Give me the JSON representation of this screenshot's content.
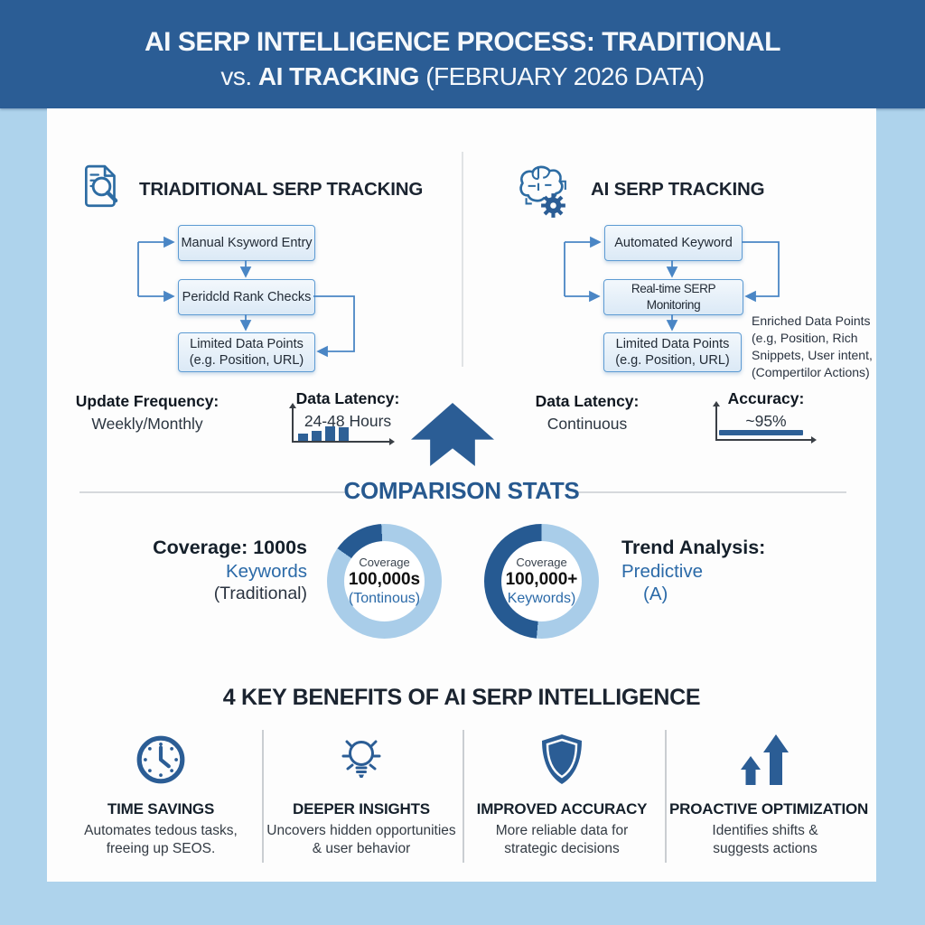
{
  "header": {
    "title_line1": "AI SERP INTELLIGENCE PROCESS: TRADITIONAL",
    "title_line2_prefix": "vs. ",
    "title_line2_bold": "AI TRACKING",
    "title_line2_suffix": " (FEBRUARY 2026 DATA)"
  },
  "flows": {
    "traditional": {
      "icon": "document-search-icon",
      "heading": "TRIADITIONAL SERP TRACKING",
      "boxes": [
        [
          "Manual Ksyword Entry"
        ],
        [
          "Peridcld Rank Checks"
        ],
        [
          "Limited Data Points",
          "(e.g. Position, URL)"
        ]
      ]
    },
    "ai": {
      "icon": "brain-gear-icon",
      "heading": "AI SERP TRACKING",
      "boxes": [
        [
          "Automated Keyword"
        ],
        [
          "Real-time SERP Monitoring"
        ],
        [
          "Limited Data Points",
          "(e.g. Position, URL)"
        ]
      ],
      "note_lines": [
        "Enriched Data Points",
        "(e.g, Position, Rich",
        "Snippets, User intent,",
        "(Compertilor Actions)"
      ]
    }
  },
  "stats": {
    "update_frequency": {
      "label": "Update Frequency:",
      "value": "Weekly/Monthly"
    },
    "latency_traditional": {
      "label": "Data Latency:",
      "value": "24-48 Hours"
    },
    "latency_ai": {
      "label": "Data Latency:",
      "value": "Continuous"
    },
    "accuracy": {
      "label": "Accuracy:",
      "value": "~95%"
    }
  },
  "comparison": {
    "heading": "COMPARISON STATS",
    "traditional_coverage": [
      "Coverage: 1000s",
      "Keywords",
      "(Traditional)"
    ],
    "trend_analysis": [
      "Trend Analysis:",
      "Predictive",
      "(A)"
    ]
  },
  "benefits": {
    "heading": "4 KEY BENEFITS OF AI SERP INTELLIGENCE",
    "items": [
      {
        "icon": "clock-icon",
        "title": "TIME SAVINGS",
        "desc_lines": [
          "Automates tedous tasks,",
          "freeing up SEOS."
        ]
      },
      {
        "icon": "lightbulb-icon",
        "title": "DEEPER INSIGHTS",
        "desc_lines": [
          "Uncovers hidden opportunities",
          "& user behavior"
        ]
      },
      {
        "icon": "shield-icon",
        "title": "IMPROVED ACCURACY",
        "desc_lines": [
          "More reliable data for",
          "strategic decisions"
        ]
      },
      {
        "icon": "up-arrows-icon",
        "title": "PROACTIVE OPTIMIZATION",
        "desc_lines": [
          "Identifies shifts &",
          "suggests actions"
        ]
      }
    ]
  },
  "chart_data": [
    {
      "type": "bar",
      "title": "Data Latency: 24-48 Hours",
      "categories": [
        "",
        "",
        "",
        ""
      ],
      "values": [
        40,
        55,
        82,
        76
      ],
      "ylim": [
        0,
        100
      ],
      "xlabel": "",
      "ylabel": "",
      "note": "decorative mini bar sparkline rising left to right, dark blue bars, plain black axes with arrowheads"
    },
    {
      "type": "line",
      "title": "Accuracy: ~95%",
      "x": [
        0,
        1
      ],
      "values": [
        95,
        95
      ],
      "ylim": [
        0,
        100
      ],
      "note": "thick flat dark-blue line near top of small axes"
    },
    {
      "type": "pie",
      "donut": true,
      "title": "Coverage 100,000s (Tontinous)",
      "slices": [
        {
          "label": "dark segment",
          "value": 14
        },
        {
          "label": "light remainder",
          "value": 86
        }
      ],
      "center_lines": [
        "Coverage",
        "100,000s",
        "(Tontinous)"
      ],
      "segment_start_deg": 305,
      "segment_end_deg": 357
    },
    {
      "type": "pie",
      "donut": true,
      "title": "Coverage 100,000+ Keywords)",
      "slices": [
        {
          "label": "dark segment",
          "value": 49
        },
        {
          "label": "light remainder",
          "value": 51
        }
      ],
      "center_lines": [
        "Coverage",
        "100,000+",
        "Keywords)"
      ],
      "segment_start_deg": 185,
      "segment_end_deg": 360
    }
  ],
  "colors": {
    "header_bg": "#2b5d95",
    "page_bg": "#aed3ec",
    "panel_bg": "#fdfdfd",
    "accent_dark_blue": "#2e6096",
    "donut_dark": "#265a92",
    "donut_light": "#a9cde9",
    "box_fill": "#e4eef8",
    "box_border": "#5d9bd3",
    "flow_arrow": "#4a86c5",
    "text_blue": "#2b6aa8",
    "heading_blue": "#27598f",
    "divider_gray": "#d6d9dc"
  }
}
